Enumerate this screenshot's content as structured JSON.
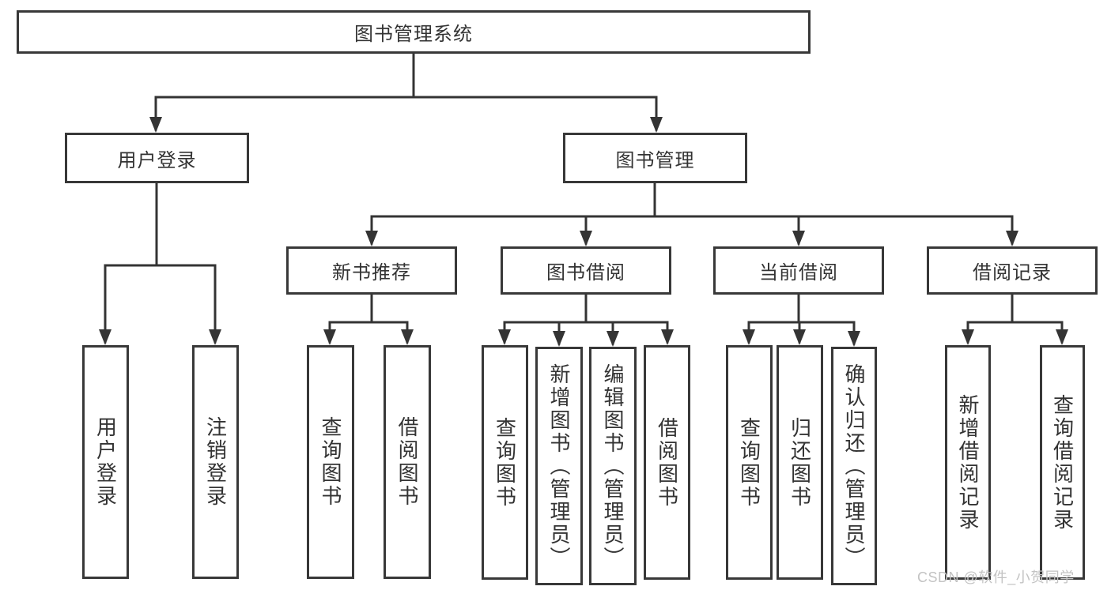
{
  "diagram": {
    "title": "图书管理系统",
    "watermark": "CSDN @软件_小贺同学",
    "colors": {
      "line": "#343434",
      "box_border": "#383838",
      "text": "#333333",
      "watermark": "#c3c3c3",
      "background": "#ffffff"
    },
    "nodes": {
      "root": {
        "label": "图书管理系统"
      },
      "user_login": {
        "label": "用户登录"
      },
      "book_mgmt": {
        "label": "图书管理"
      },
      "leaf_user_login": {
        "label": "用户登录"
      },
      "leaf_logout": {
        "label": "注销登录"
      },
      "new_book_rec": {
        "label": "新书推荐"
      },
      "book_borrow": {
        "label": "图书借阅"
      },
      "current_borrow": {
        "label": "当前借阅"
      },
      "borrow_records": {
        "label": "借阅记录"
      },
      "rec_query_book": {
        "label": "查询图书"
      },
      "rec_borrow_book": {
        "label": "借阅图书"
      },
      "bb_query_book": {
        "label": "查询图书"
      },
      "bb_add_book": {
        "label": "新增图书（管理员）"
      },
      "bb_edit_book": {
        "label": "编辑图书（管理员）"
      },
      "bb_borrow_book": {
        "label": "借阅图书"
      },
      "cb_query_book": {
        "label": "查询图书"
      },
      "cb_return_book": {
        "label": "归还图书"
      },
      "cb_confirm_return": {
        "label": "确认归还（管理员）"
      },
      "br_add_record": {
        "label": "新增借阅记录"
      },
      "br_query_record": {
        "label": "查询借阅记录"
      }
    }
  }
}
